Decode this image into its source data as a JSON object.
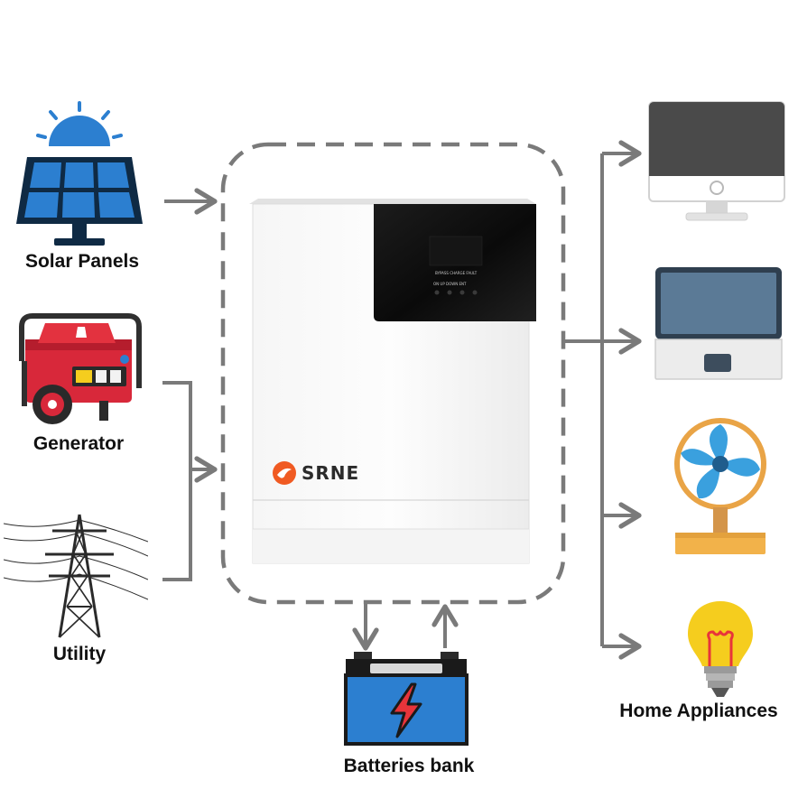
{
  "diagram": {
    "inputs": [
      {
        "id": "solar",
        "label": "Solar Panels",
        "icon": "solar-panel-icon"
      },
      {
        "id": "generator",
        "label": "Generator",
        "icon": "generator-icon"
      },
      {
        "id": "utility",
        "label": "Utility",
        "icon": "power-tower-icon"
      }
    ],
    "inverter": {
      "brand": "SRNE",
      "icon": "srne-logo-icon"
    },
    "storage": {
      "label": "Batteries bank",
      "icon": "battery-icon"
    },
    "outputs": {
      "label": "Home Appliances",
      "devices": [
        {
          "id": "monitor",
          "icon": "desktop-monitor-icon"
        },
        {
          "id": "laptop",
          "icon": "laptop-icon"
        },
        {
          "id": "fan",
          "icon": "fan-icon"
        },
        {
          "id": "bulb",
          "icon": "light-bulb-icon"
        }
      ]
    },
    "colors": {
      "arrow": "#7a7a7a",
      "accent_blue": "#2c7fd0",
      "generator_red": "#d8283a",
      "bulb_yellow": "#f5cd1e",
      "fan_base": "#f2b24a",
      "logo_orange": "#f05a22"
    }
  }
}
